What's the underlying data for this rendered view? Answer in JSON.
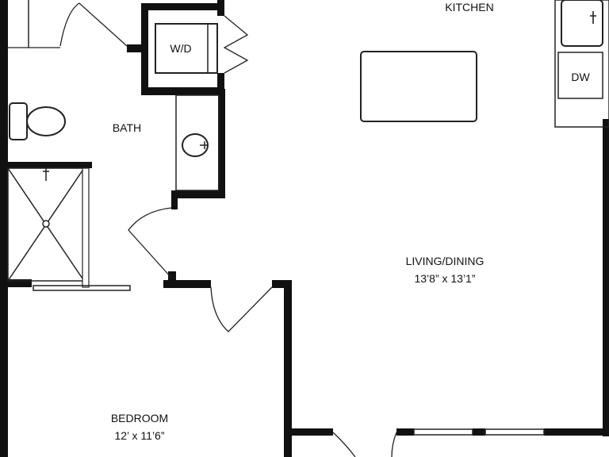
{
  "rooms": {
    "kitchen": {
      "name": "KITCHEN"
    },
    "bath": {
      "name": "BATH"
    },
    "living": {
      "name": "LIVING/DINING",
      "dims": "13’8” x 13’1”"
    },
    "bedroom": {
      "name": "BEDROOM",
      "dims": "12’ x 11’6”"
    }
  },
  "fixtures": {
    "washer_dryer": "W/D",
    "dishwasher": "DW"
  },
  "colors": {
    "wall": "#111111",
    "background": "#ffffff"
  }
}
